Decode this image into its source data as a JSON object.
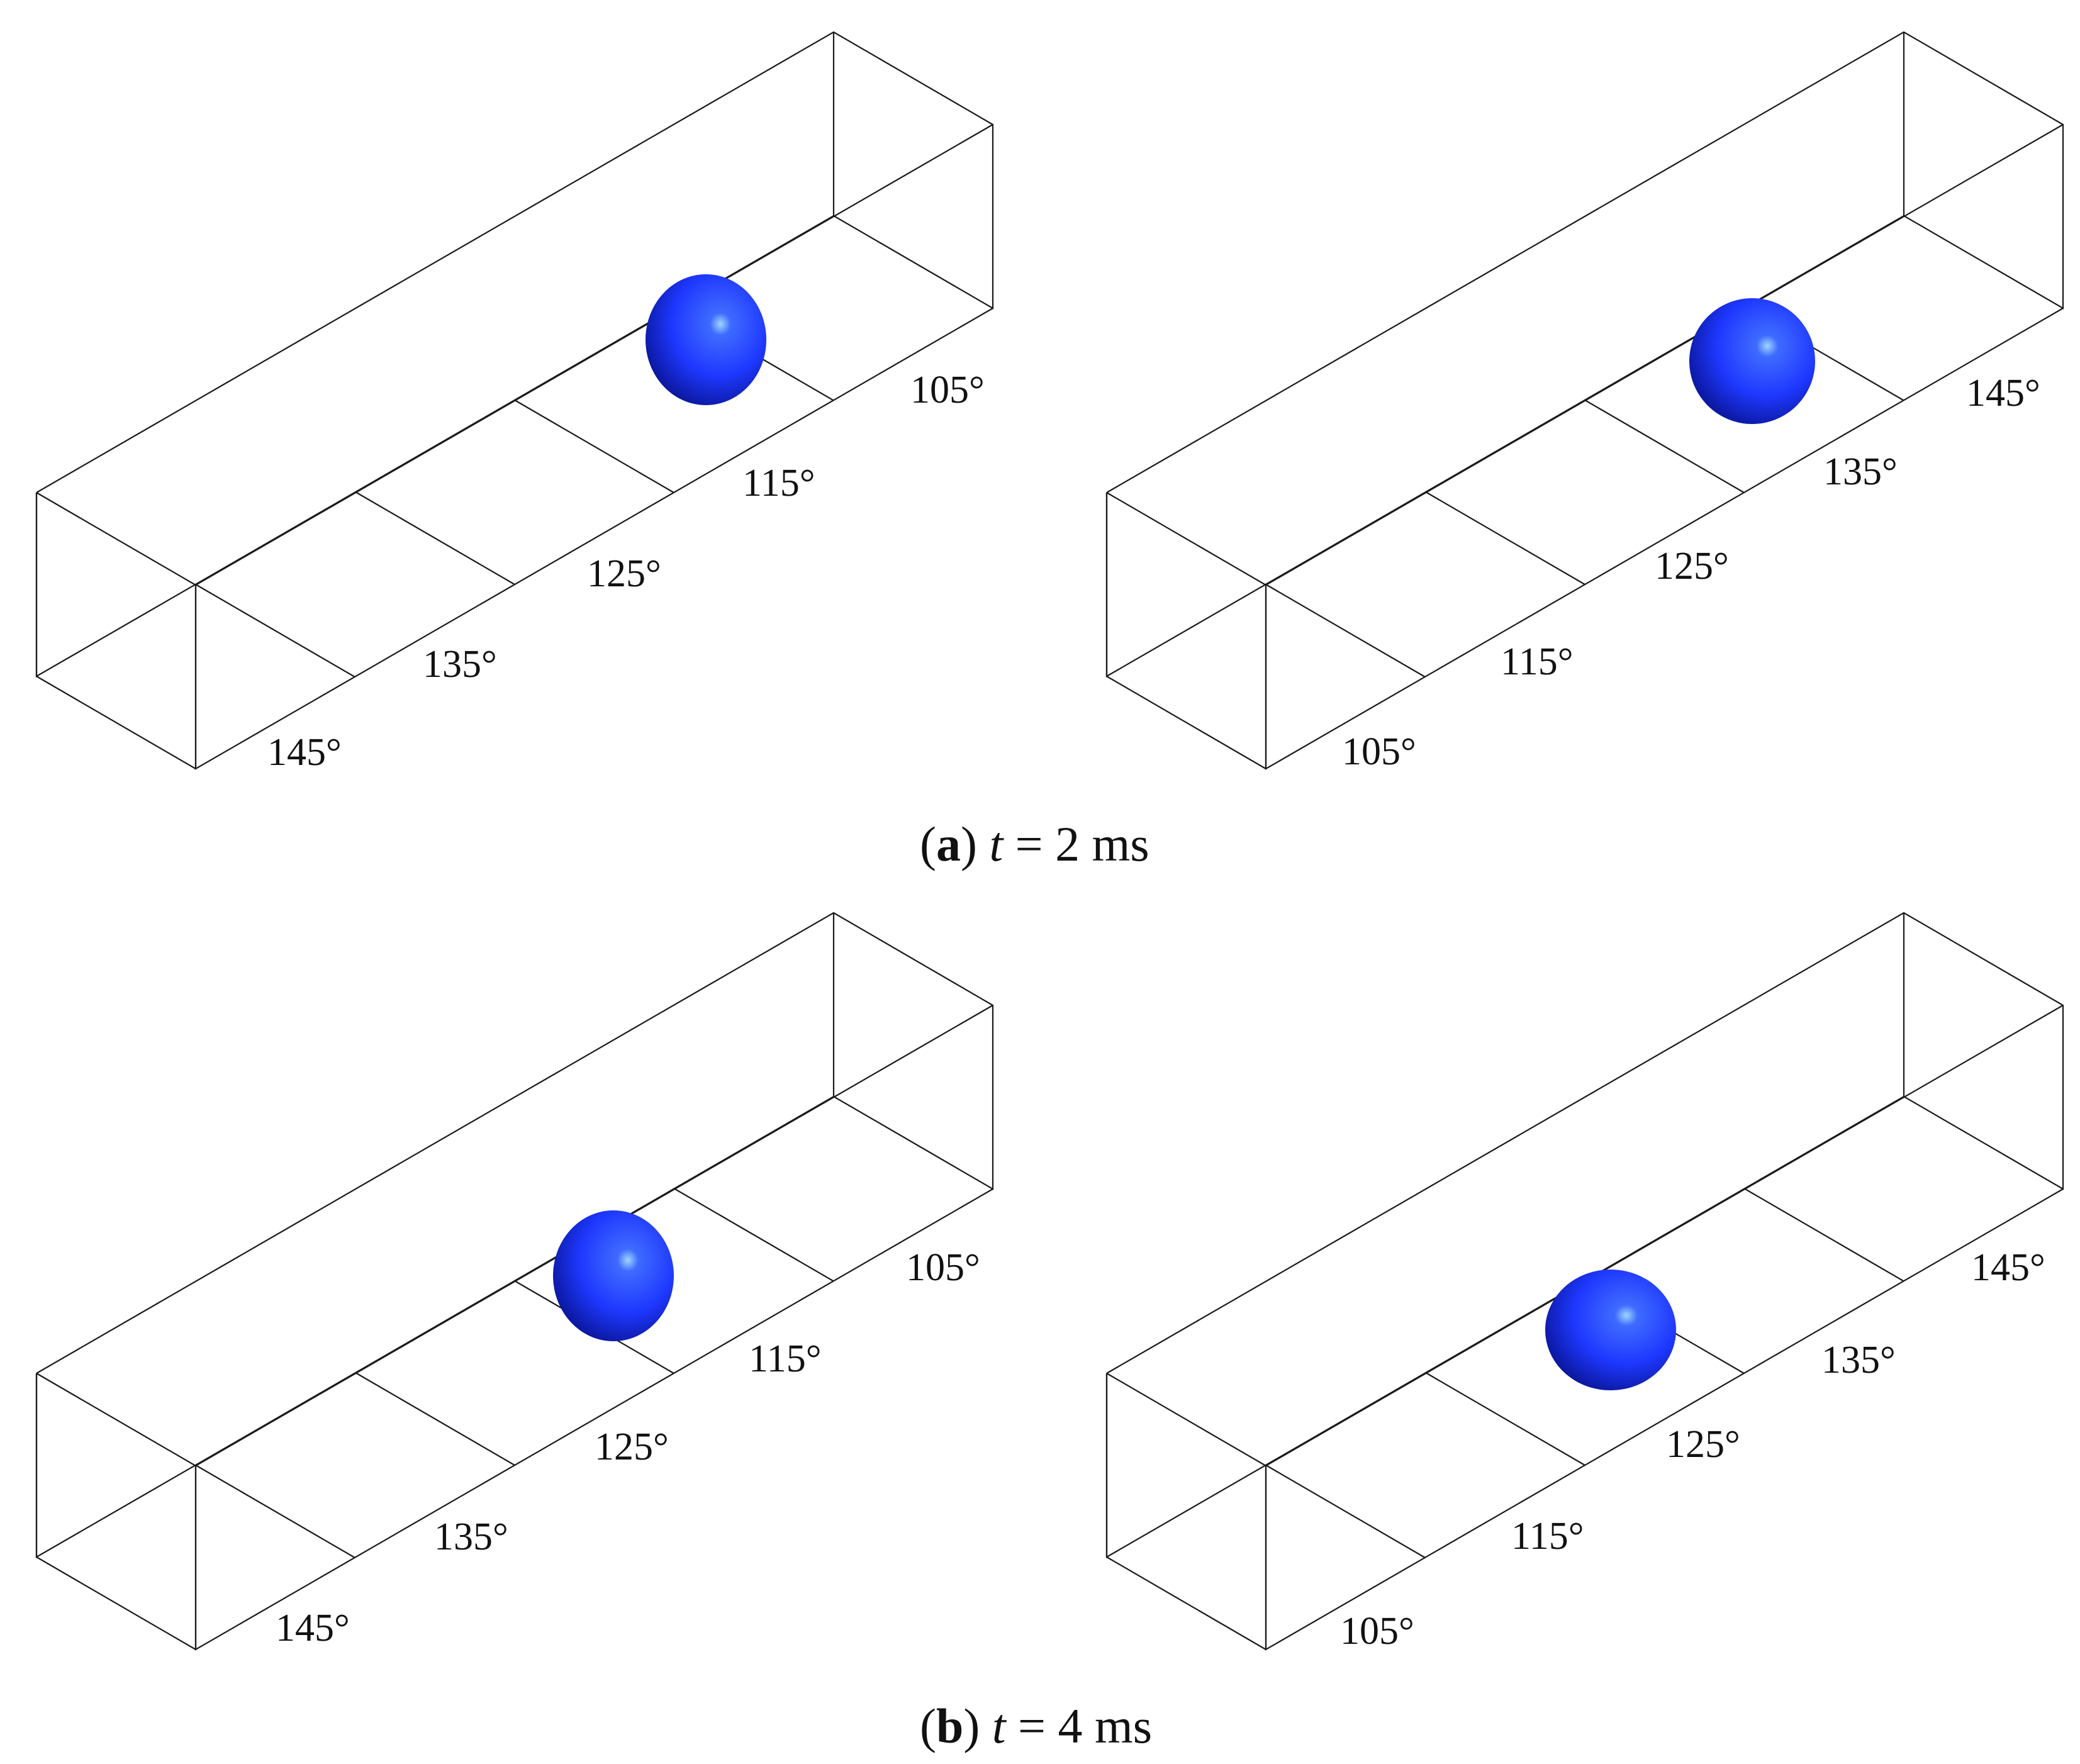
{
  "colors": {
    "droplet_highlight": "#9fd6ff",
    "droplet_mid": "#1e38ff",
    "droplet_dark": "#07118a",
    "edge": "#1a1a1a"
  },
  "panels": [
    {
      "id": "a-left",
      "labels": [
        "145°",
        "135°",
        "125°",
        "115°",
        "105°"
      ]
    },
    {
      "id": "a-right",
      "labels": [
        "105°",
        "115°",
        "125°",
        "135°",
        "145°"
      ]
    },
    {
      "id": "b-left",
      "labels": [
        "145°",
        "135°",
        "125°",
        "115°",
        "105°"
      ]
    },
    {
      "id": "b-right",
      "labels": [
        "105°",
        "115°",
        "125°",
        "135°",
        "145°"
      ]
    }
  ],
  "captions": [
    {
      "letter": "a",
      "open": "(",
      "close": ")",
      "var": "t",
      "eq": " = 2 ms"
    },
    {
      "letter": "b",
      "open": "(",
      "close": ")",
      "var": "t",
      "eq": " = 4 ms"
    }
  ]
}
